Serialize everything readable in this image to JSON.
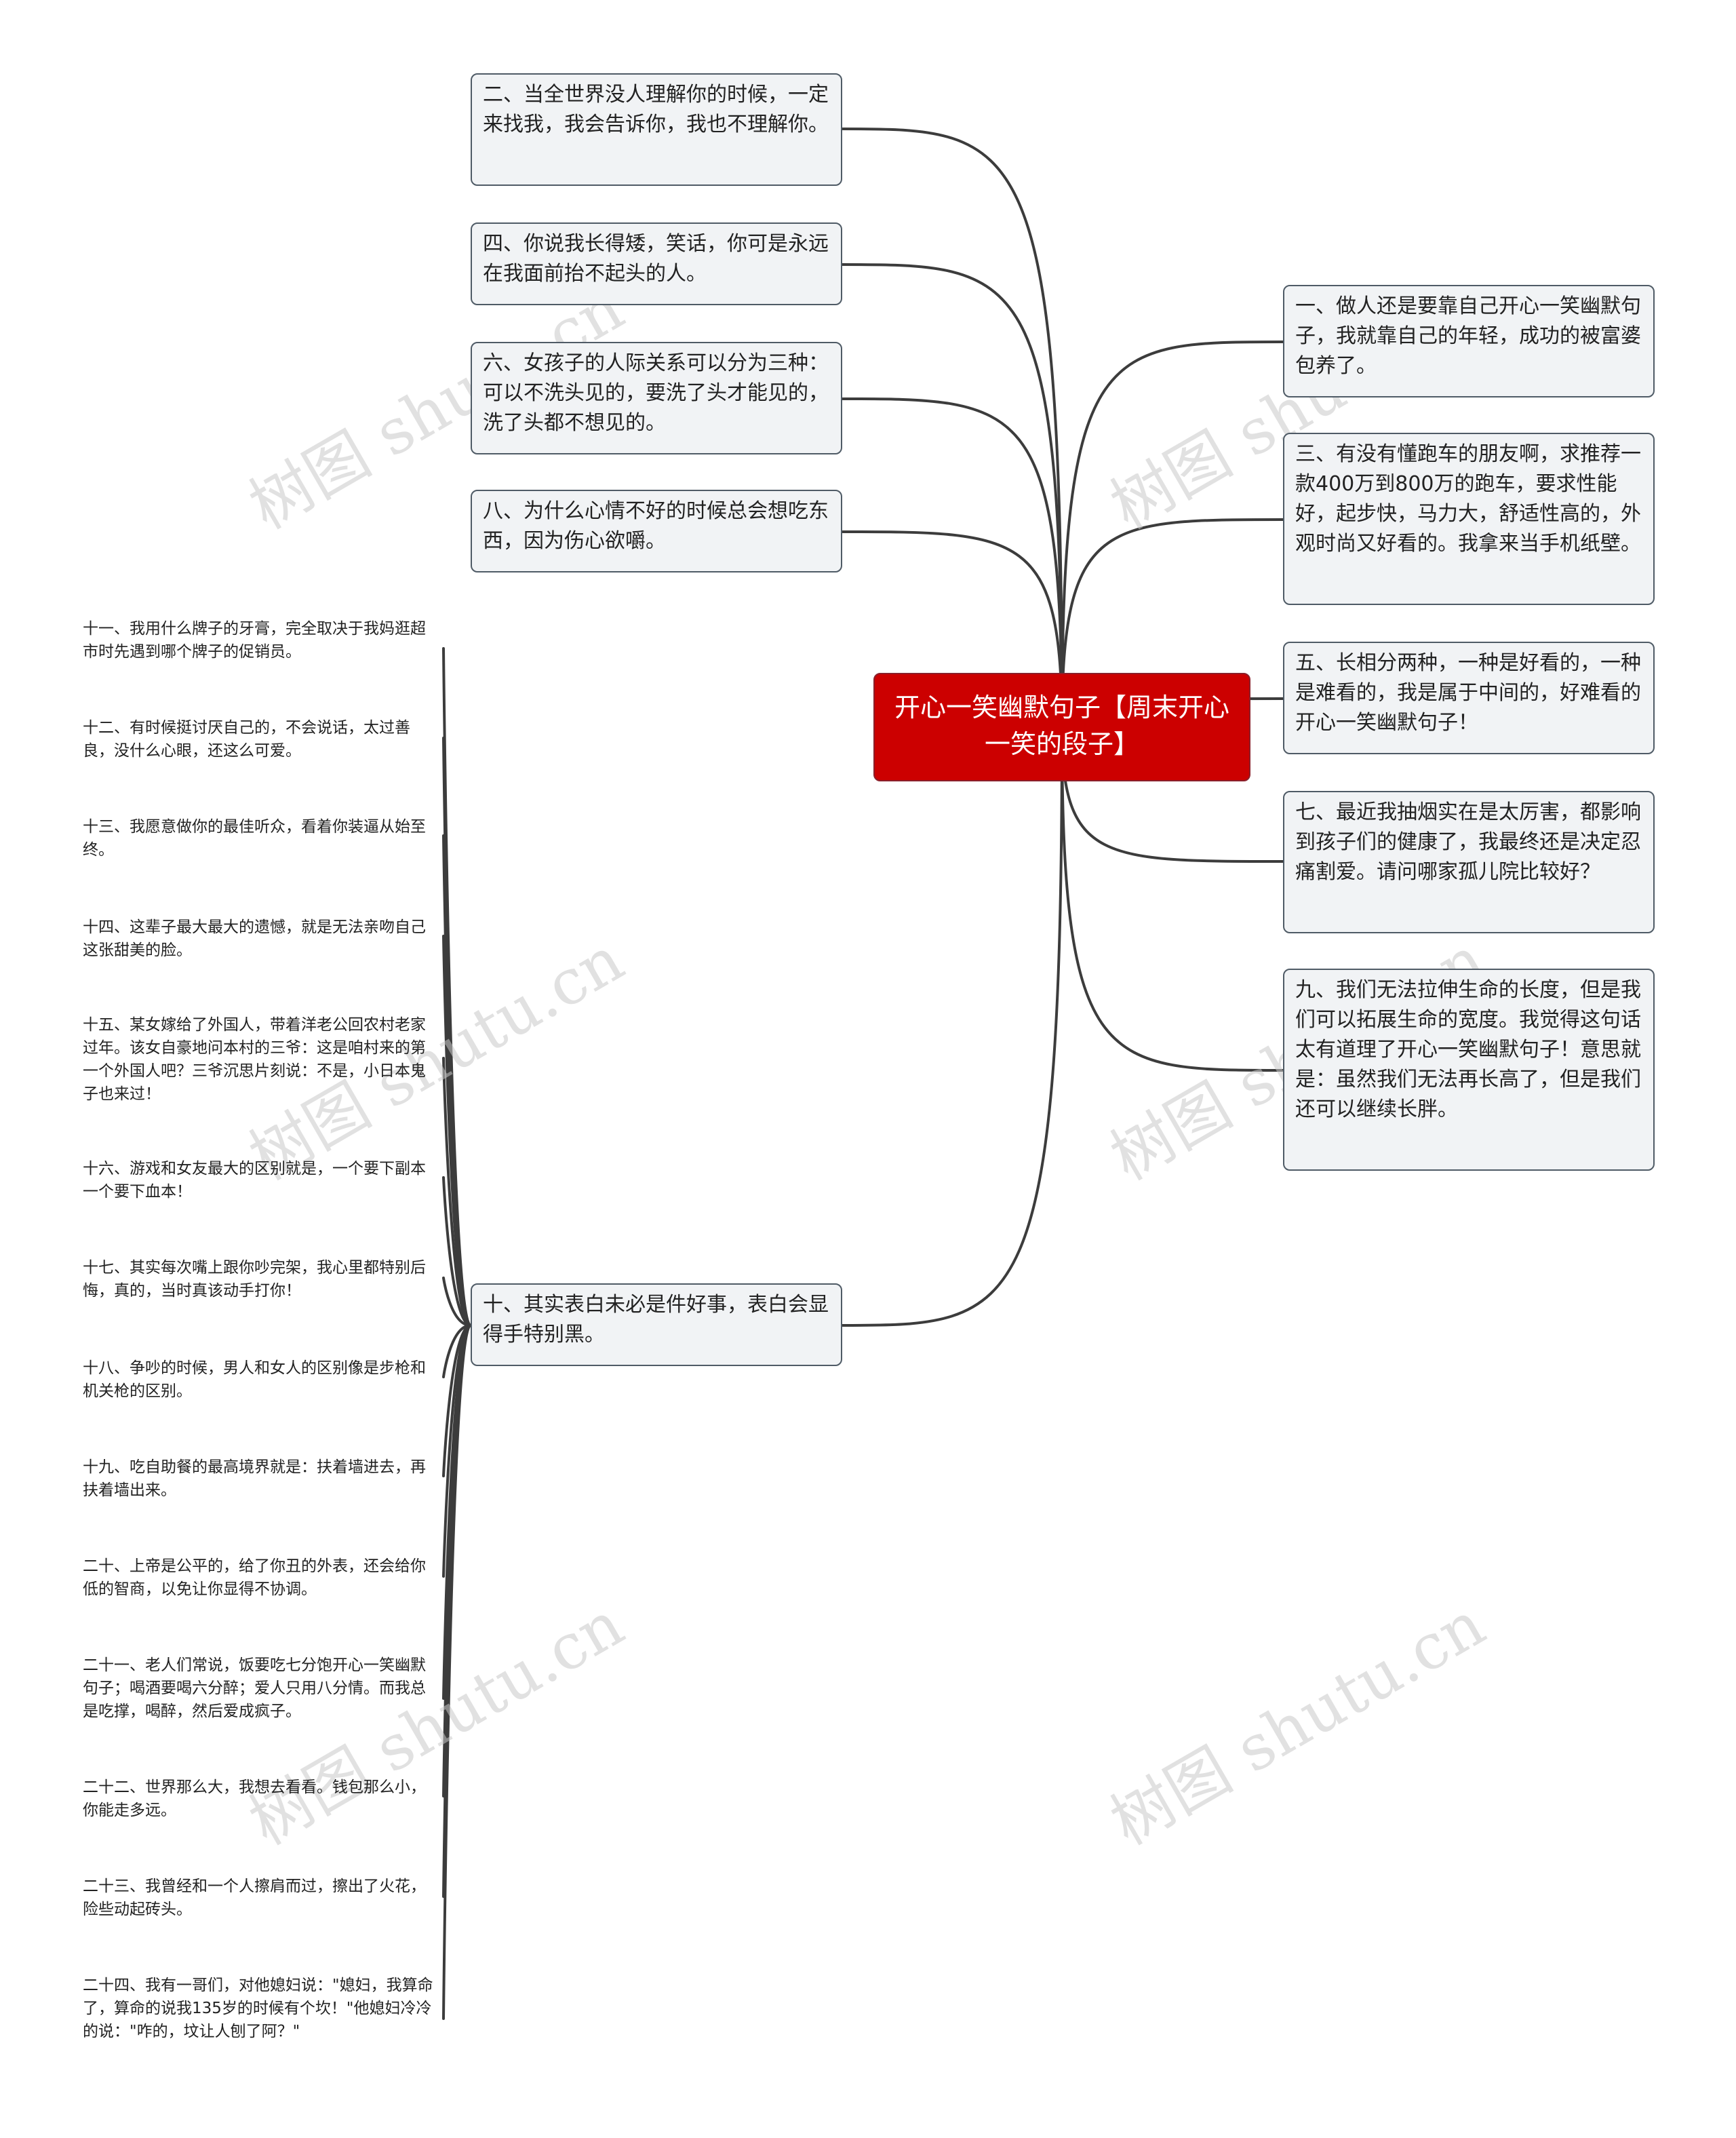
{
  "root": {
    "label": "开心一笑幽默句子【周末开心一笑的段子】"
  },
  "left_nodes": [
    {
      "id": "n2",
      "label": "二、当全世界没人理解你的时候，一定来找我，我会告诉你，我也不理解你。"
    },
    {
      "id": "n4",
      "label": "四、你说我长得矮，笑话，你可是永远在我面前抬不起头的人。"
    },
    {
      "id": "n6",
      "label": "六、女孩子的人际关系可以分为三种：可以不洗头见的，要洗了头才能见的，洗了头都不想见的。"
    },
    {
      "id": "n8",
      "label": "八、为什么心情不好的时候总会想吃东西，因为伤心欲嚼。"
    },
    {
      "id": "n10",
      "label": "十、其实表白未必是件好事，表白会显得手特别黑。"
    }
  ],
  "right_nodes": [
    {
      "id": "n1",
      "label": "一、做人还是要靠自己开心一笑幽默句子，我就靠自己的年轻，成功的被富婆包养了。"
    },
    {
      "id": "n3",
      "label": "三、有没有懂跑车的朋友啊，求推荐一款400万到800万的跑车，要求性能好，起步快，马力大，舒适性高的，外观时尚又好看的。我拿来当手机纸壁。"
    },
    {
      "id": "n5",
      "label": "五、长相分两种，一种是好看的，一种是难看的，我是属于中间的，好难看的开心一笑幽默句子！"
    },
    {
      "id": "n7",
      "label": "七、最近我抽烟实在是太厉害，都影响到孩子们的健康了，我最终还是决定忍痛割爱。请问哪家孤儿院比较好？"
    },
    {
      "id": "n9",
      "label": "九、我们无法拉伸生命的长度，但是我们可以拓展生命的宽度。我觉得这句话太有道理了开心一笑幽默句子！意思就是：虽然我们无法再长高了，但是我们还可以继续长胖。"
    }
  ],
  "leaf_nodes": [
    "十一、我用什么牌子的牙膏，完全取决于我妈逛超市时先遇到哪个牌子的促销员。",
    "十二、有时候挺讨厌自己的，不会说话，太过善良，没什么心眼，还这么可爱。",
    "十三、我愿意做你的最佳听众，看着你装逼从始至终。",
    "十四、这辈子最大最大的遗憾，就是无法亲吻自己这张甜美的脸。",
    "十五、某女嫁给了外国人，带着洋老公回农村老家过年。该女自豪地问本村的三爷：这是咱村来的第一个外国人吧？三爷沉思片刻说：不是，小日本鬼子也来过！",
    "十六、游戏和女友最大的区别就是，一个要下副本一个要下血本！",
    "十七、其实每次嘴上跟你吵完架，我心里都特别后悔，真的，当时真该动手打你！",
    "十八、争吵的时候，男人和女人的区别像是步枪和机关枪的区别。",
    "十九、吃自助餐的最高境界就是：扶着墙进去，再扶着墙出来。",
    "二十、上帝是公平的，给了你丑的外表，还会给你低的智商，以免让你显得不协调。",
    "二十一、老人们常说，饭要吃七分饱开心一笑幽默句子；喝酒要喝六分醉；爱人只用八分情。而我总是吃撑，喝醉，然后爱成疯子。",
    "二十二、世界那么大，我想去看看。钱包那么小，你能走多远。",
    "二十三、我曾经和一个人擦肩而过，擦出了火花，险些动起砖头。",
    "二十四、我有一哥们，对他媳妇说：\"媳妇，我算命了，算命的说我135岁的时候有个坎！\"他媳妇冷冷的说：\"咋的，坟让人刨了阿？\""
  ],
  "watermark": "树图 shutu.cn",
  "colors": {
    "root_fill": "#cc0000",
    "node_fill": "#f1f3f5",
    "line": "#3c3c3c"
  }
}
